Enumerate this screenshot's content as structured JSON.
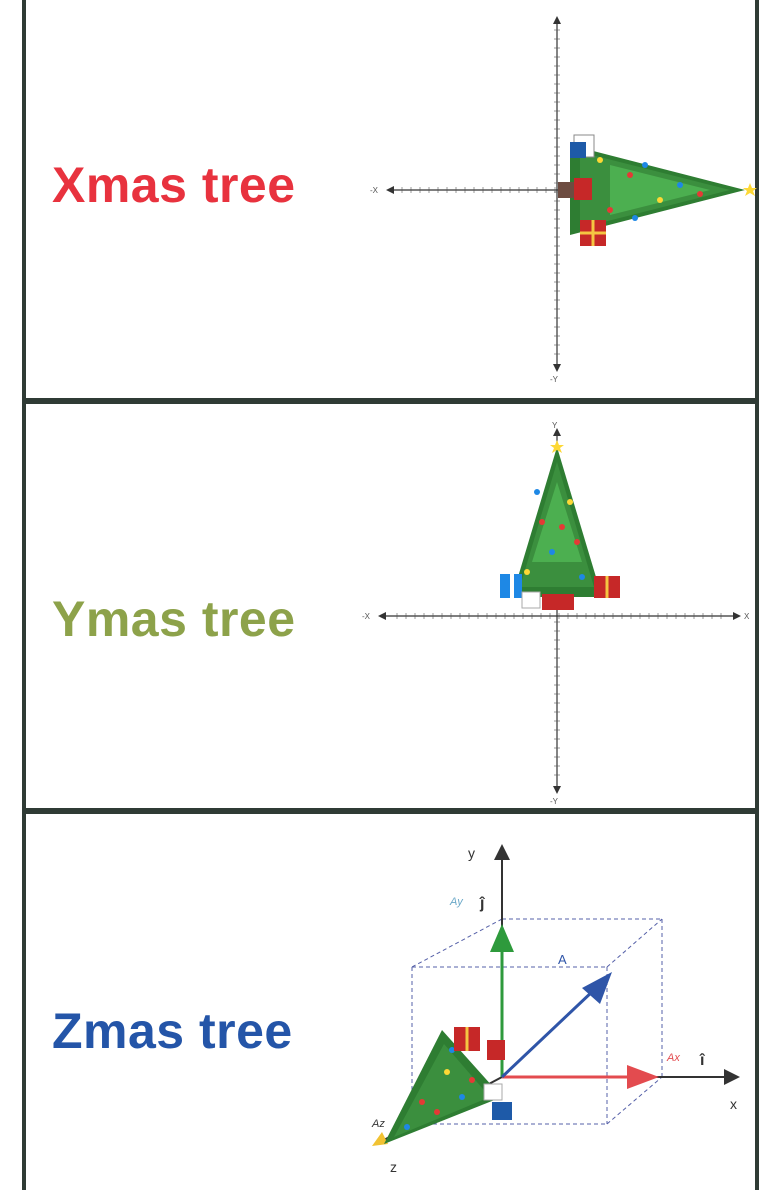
{
  "panels": [
    {
      "title": "Xmas tree",
      "title_color": "#e8323e",
      "axis_labels": {
        "neg_x": "-X",
        "neg_y": "-Y"
      }
    },
    {
      "title": "Ymas tree",
      "title_color": "#8da24a",
      "axis_labels": {
        "pos_y": "Y",
        "neg_x": "-X",
        "pos_x": "X",
        "neg_y": "-Y"
      }
    },
    {
      "title": "Zmas tree",
      "title_color": "#2455a8",
      "axis_labels": {
        "y": "y",
        "x": "x",
        "z": "z"
      },
      "vector_labels": {
        "A": "A",
        "Ay": "Ay",
        "Ax": "Ax",
        "Az": "Az",
        "j_hat": "ĵ",
        "i_hat": "î"
      }
    }
  ],
  "colors": {
    "border": "#2f3b35",
    "y_vector": "#2e9a3c",
    "x_vector": "#e34b4f",
    "a_vector": "#2f55a8",
    "axis": "#333333"
  },
  "icons": [
    "christmas-tree-icon",
    "gift-box-icon",
    "star-icon"
  ]
}
